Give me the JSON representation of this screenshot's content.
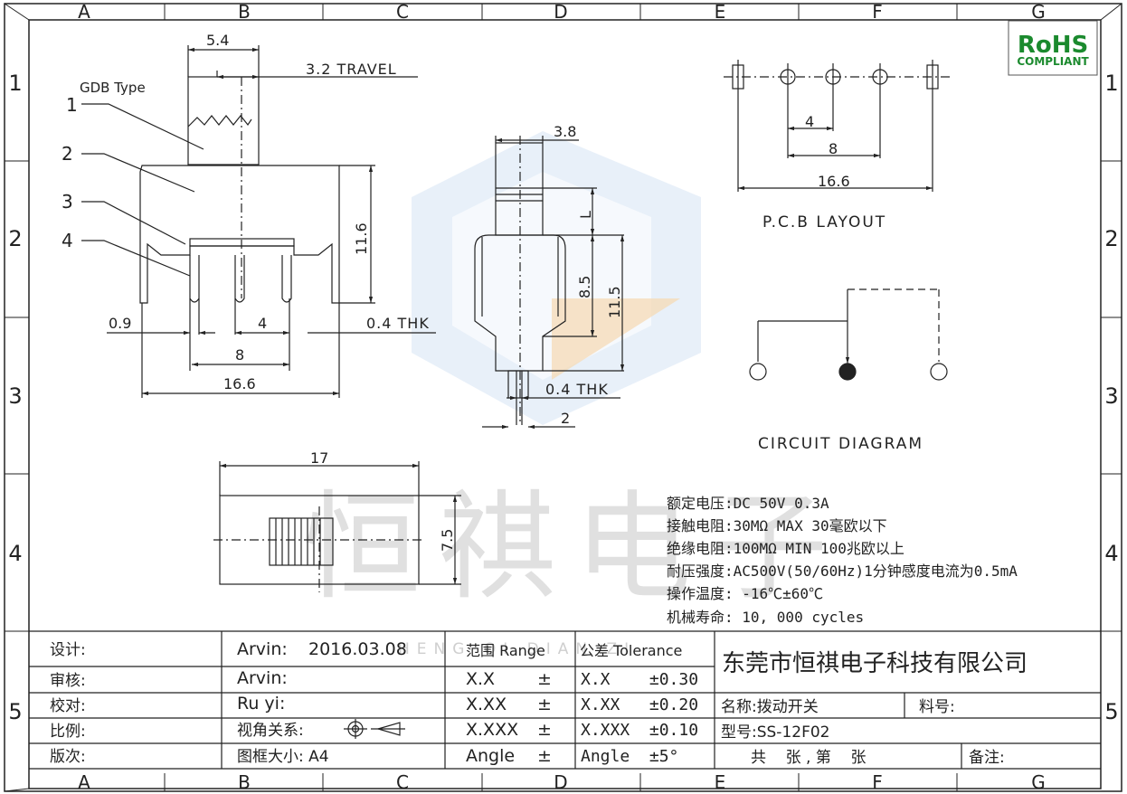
{
  "frame": {
    "columns": [
      "A",
      "B",
      "C",
      "D",
      "E",
      "F",
      "G"
    ],
    "rows": [
      "1",
      "2",
      "3",
      "4",
      "5"
    ]
  },
  "rohs": {
    "line1": "RoHS",
    "line2": "COMPLIANT"
  },
  "watermark": {
    "chars": "恒祺电子",
    "pinyin": "HENG QI DIAN ZI"
  },
  "side_view": {
    "label": "GDB Type",
    "callouts": [
      "1",
      "2",
      "3",
      "4"
    ],
    "dims": {
      "top_width": "5.4",
      "travel": "3.2 TRAVEL",
      "height": "11.6",
      "pin_offset": "0.9",
      "pin_pitch": "4",
      "pin_thk": "0.4 THK",
      "outer_pitch": "8",
      "total_width": "16.6"
    }
  },
  "front_view": {
    "dims": {
      "top": "3.8",
      "l": "L",
      "h1": "8.5",
      "h2": "11.5",
      "thk": "0.4 THK",
      "base": "2"
    }
  },
  "pcb": {
    "dims": {
      "d1": "4",
      "d2": "8",
      "d3": "16.6"
    },
    "title": "P.C.B LAYOUT"
  },
  "circuit": {
    "title": "CIRCUIT DIAGRAM"
  },
  "top_view": {
    "width": "17",
    "height": "7.5"
  },
  "specs": [
    "额定电压:DC 50V 0.3A",
    "接触电阻:30MΩ MAX 30毫欧以下",
    "绝缘电阻:100MΩ MIN 100兆欧以上",
    "耐压强度:AC500V(50/60Hz)1分钟感度电流为0.5mA",
    "操作温度: -16℃±60℃",
    "机械寿命: 10, 000 cycles"
  ],
  "title_block": {
    "labels": [
      "设计:",
      "审核:",
      "校对:",
      "比例:",
      "版次:"
    ],
    "designer": "Arvin:",
    "date": "2016.03.08",
    "reviewer": "Arvin:",
    "checker": "Ru yi:",
    "projection_label": "视角关系:",
    "frame_size": "图框大小:  A4",
    "range_header": "范围 Range",
    "tolerance_header": "公差 Tolerance",
    "range": [
      "X.X",
      "X.XX",
      "X.XXX",
      "Angle"
    ],
    "pm": "±",
    "tol_values": [
      "X.X    ±0.30",
      "X.XX   ±0.20",
      "X.XXX  ±0.10",
      "Angle  ±5°"
    ],
    "company": "东莞市恒祺电子科技有限公司",
    "name": "名称:拨动开关",
    "part_no": "料号:",
    "model": "型号:SS-12F02",
    "sheet": "共    张 , 第    张",
    "remark": "备注:"
  }
}
